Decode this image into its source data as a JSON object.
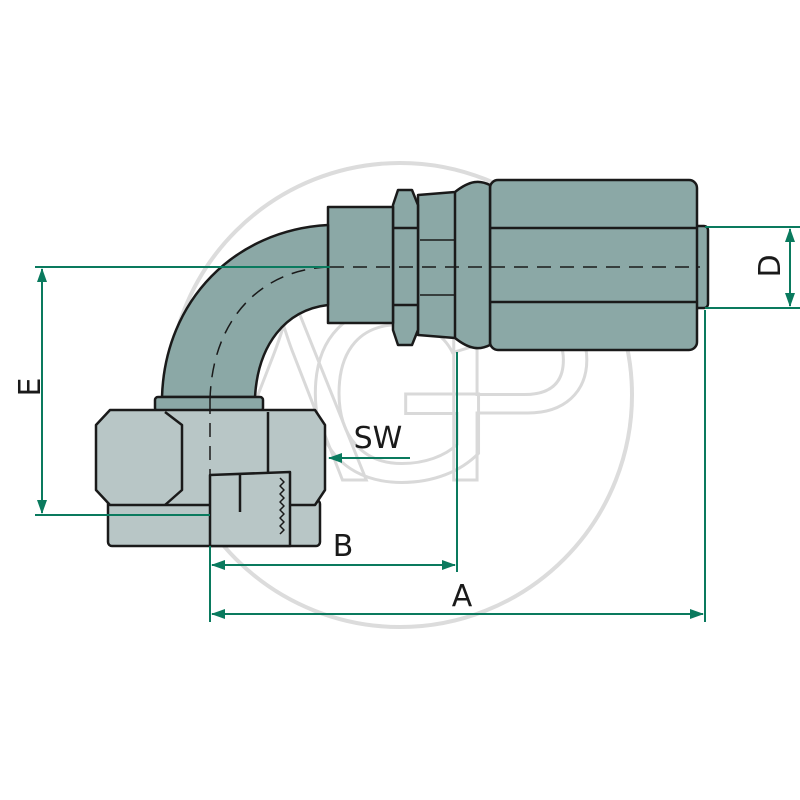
{
  "watermark": {
    "text": "AGP",
    "color": "#d9d9d9"
  },
  "dimensions": {
    "A": "A",
    "B": "B",
    "D": "D",
    "E": "E",
    "SW": "SW"
  },
  "colors": {
    "dimension_line": "#0a7a5e",
    "hose_body": "#8ba8a6",
    "nut": "#b8c6c6",
    "outline": "#1a1a1a"
  }
}
